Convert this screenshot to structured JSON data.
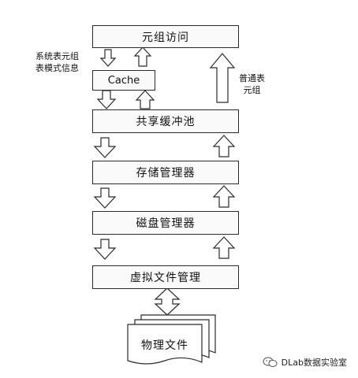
{
  "layers": {
    "tuple_access": "元组访问",
    "cache": "Cache",
    "shared_buffer_pool": "共享缓冲池",
    "storage_manager": "存储管理器",
    "disk_manager": "磁盘管理器",
    "virtual_file_manager": "虚拟文件管理",
    "physical_file": "物理文件"
  },
  "annotations": {
    "system_table_line1": "系统表元组",
    "system_table_line2": "表模式信息",
    "ordinary_table_line1": "普通表",
    "ordinary_table_line2": "元组"
  },
  "watermark": {
    "text": "DLab数据实验室",
    "icon": "wechat-icon"
  }
}
